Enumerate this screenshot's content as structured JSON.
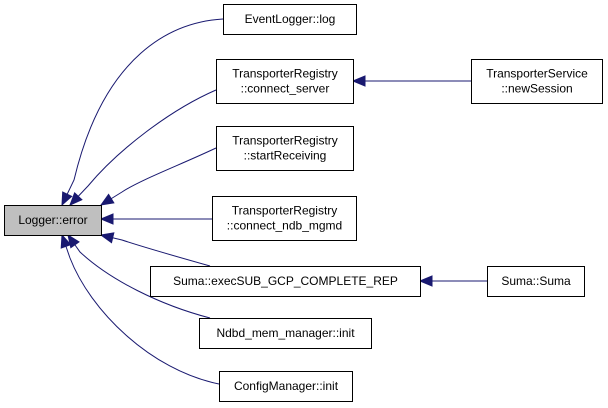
{
  "graph": {
    "nodes": [
      {
        "id": "logger_error",
        "lines": [
          "Logger::error"
        ]
      },
      {
        "id": "eventlogger_log",
        "lines": [
          "EventLogger::log"
        ]
      },
      {
        "id": "tr_connect_server",
        "lines": [
          "TransporterRegistry",
          "::connect_server"
        ]
      },
      {
        "id": "ts_newsession",
        "lines": [
          "TransporterService",
          "::newSession"
        ]
      },
      {
        "id": "tr_startreceiving",
        "lines": [
          "TransporterRegistry",
          "::startReceiving"
        ]
      },
      {
        "id": "tr_connect_ndb_mgmd",
        "lines": [
          "TransporterRegistry",
          "::connect_ndb_mgmd"
        ]
      },
      {
        "id": "suma_execsub",
        "lines": [
          "Suma::execSUB_GCP_COMPLETE_REP"
        ]
      },
      {
        "id": "suma_suma",
        "lines": [
          "Suma::Suma"
        ]
      },
      {
        "id": "ndbd_mem_init",
        "lines": [
          "Ndbd_mem_manager::init"
        ]
      },
      {
        "id": "configmanager_init",
        "lines": [
          "ConfigManager::init"
        ]
      }
    ],
    "edges": [
      {
        "from": "eventlogger_log",
        "to": "logger_error"
      },
      {
        "from": "tr_connect_server",
        "to": "logger_error"
      },
      {
        "from": "ts_newsession",
        "to": "tr_connect_server"
      },
      {
        "from": "tr_startreceiving",
        "to": "logger_error"
      },
      {
        "from": "tr_connect_ndb_mgmd",
        "to": "logger_error"
      },
      {
        "from": "suma_execsub",
        "to": "logger_error"
      },
      {
        "from": "suma_suma",
        "to": "suma_execsub"
      },
      {
        "from": "ndbd_mem_init",
        "to": "logger_error"
      },
      {
        "from": "configmanager_init",
        "to": "logger_error"
      }
    ]
  }
}
